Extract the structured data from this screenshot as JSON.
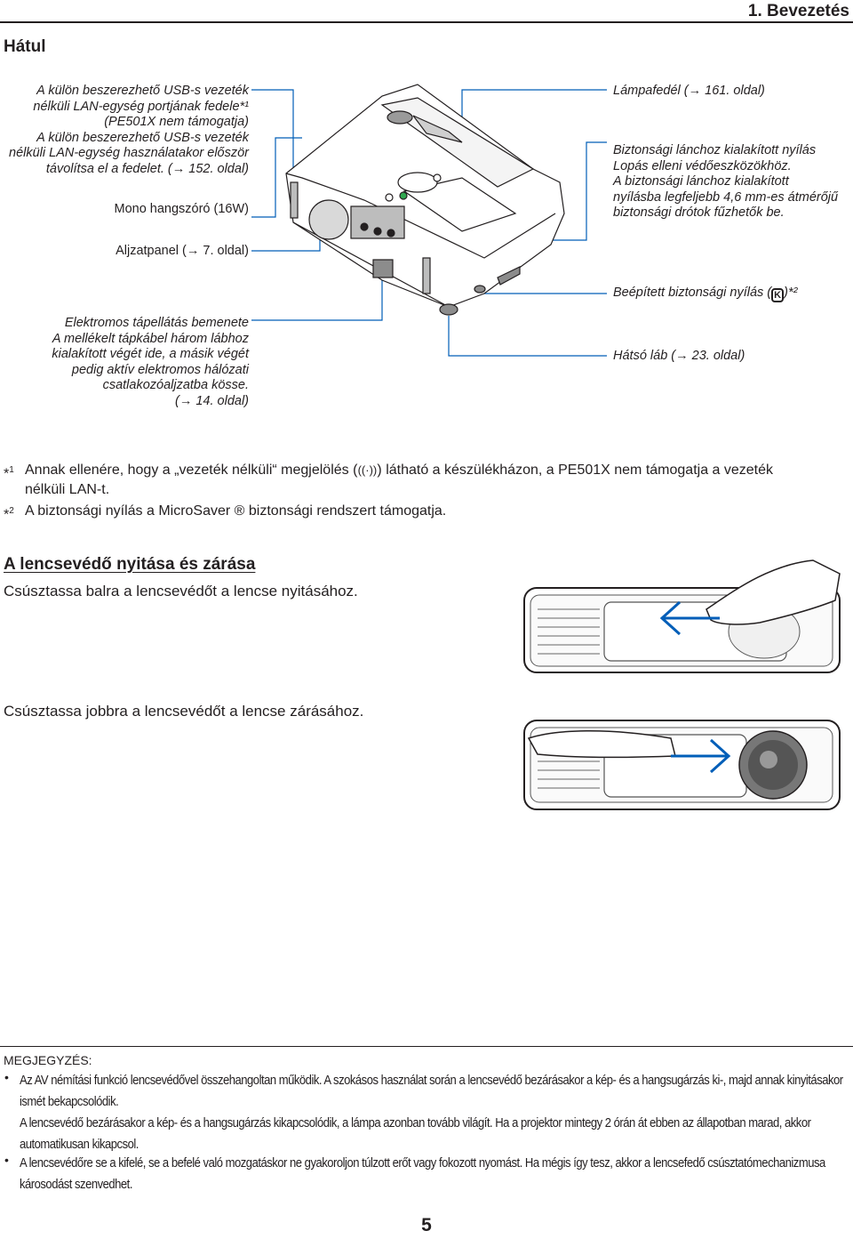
{
  "header": {
    "chapter": "1. Bevezetés",
    "section": "Hátul"
  },
  "callouts_left": {
    "usb_cover": [
      "A külön beszerezhető USB-s vezeték",
      "nélküli LAN-egység portjának fedele*¹",
      "(PE501X nem támogatja)",
      "A külön beszerezhető USB-s vezeték",
      "nélküli LAN-egység használatakor először",
      "távolítsa el a fedelet. (→ 152. oldal)"
    ],
    "speaker": "Mono hangszóró (16W)",
    "terminal_panel": "Aljzatpanel (→ 7. oldal)",
    "power_input": [
      "Elektromos tápellátás bemenete",
      "A mellékelt tápkábel három lábhoz",
      "kialakított végét ide, a másik végét",
      "pedig aktív elektromos hálózati",
      "csatlakozóaljzatba kösse.",
      "(→ 14. oldal)"
    ]
  },
  "callouts_right": {
    "lamp_cover": "Lámpafedél (→ 161. oldal)",
    "security_bar": [
      "Biztonsági lánchoz kialakított nyílás",
      "Lopás elleni védőeszközökhöz.",
      "A biztonsági lánchoz kialakított",
      "nyílásba legfeljebb 4,6 mm-es átmérőjű",
      "biztonsági drótok fűzhetők be."
    ],
    "security_slot": "Beépített biztonsági nyílás (",
    "security_slot_end": ")*²",
    "rear_foot": "Hátsó láb (→ 23. oldal)"
  },
  "footnotes": [
    {
      "mark": "1",
      "line1": "Annak ellenére, hogy a „vezeték nélküli“ megjelölés (",
      "line1b": ") látható a készülékházon, a PE501X nem támogatja a vezeték",
      "line2": "nélküli LAN-t."
    },
    {
      "mark": "2",
      "line1": "A biztonsági nyílás a MicroSaver ® biztonsági rendszert támogatja."
    }
  ],
  "lens_section": {
    "title": "A lencsevédő nyitása és zárása",
    "open_text": "Csúsztassa balra a lencsevédőt a lencse nyitásához.",
    "close_text": "Csúsztassa jobbra a lencsevédőt a lencse zárásához."
  },
  "note": {
    "heading": "MEGJEGYZÉS:",
    "bullet1_lines": [
      "Az AV némítási funkció lencsevédővel összehangoltan működik. A szokásos használat során a lencsevédő bezárásakor a kép- és a hangsugárzás ki-, majd annak kinyitásakor",
      "ismét bekapcsolódik.",
      "A lencsevédő bezárásakor a kép- és a hangsugárzás kikapcsolódik, a lámpa azonban tovább világít. Ha a projektor mintegy 2 órán át ebben az állapotban marad, akkor",
      "automatikusan kikapcsol."
    ],
    "bullet2_lines": [
      "A lencsevédőre se a kifelé, se a befelé való mozgatáskor ne gyakoroljon túlzott erőt vagy fokozott nyomást. Ha mégis így tesz, akkor a lencsefedő csúsztatómechanizmusa",
      "károsodást szenvedhet."
    ]
  },
  "page_number": "5",
  "colors": {
    "callout_line": "#005eb8",
    "text": "#231f20"
  }
}
